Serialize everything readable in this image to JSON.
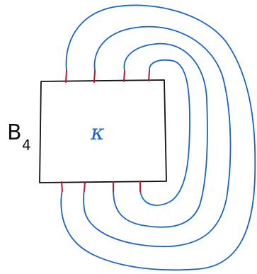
{
  "diagram": {
    "box_label": "B",
    "box_label_subscript": "4",
    "inner_label": "κ",
    "strand_color": "#1a63c8",
    "endpoint_color": "#c8102e",
    "box_color": "#111111",
    "strand_count": 4
  }
}
